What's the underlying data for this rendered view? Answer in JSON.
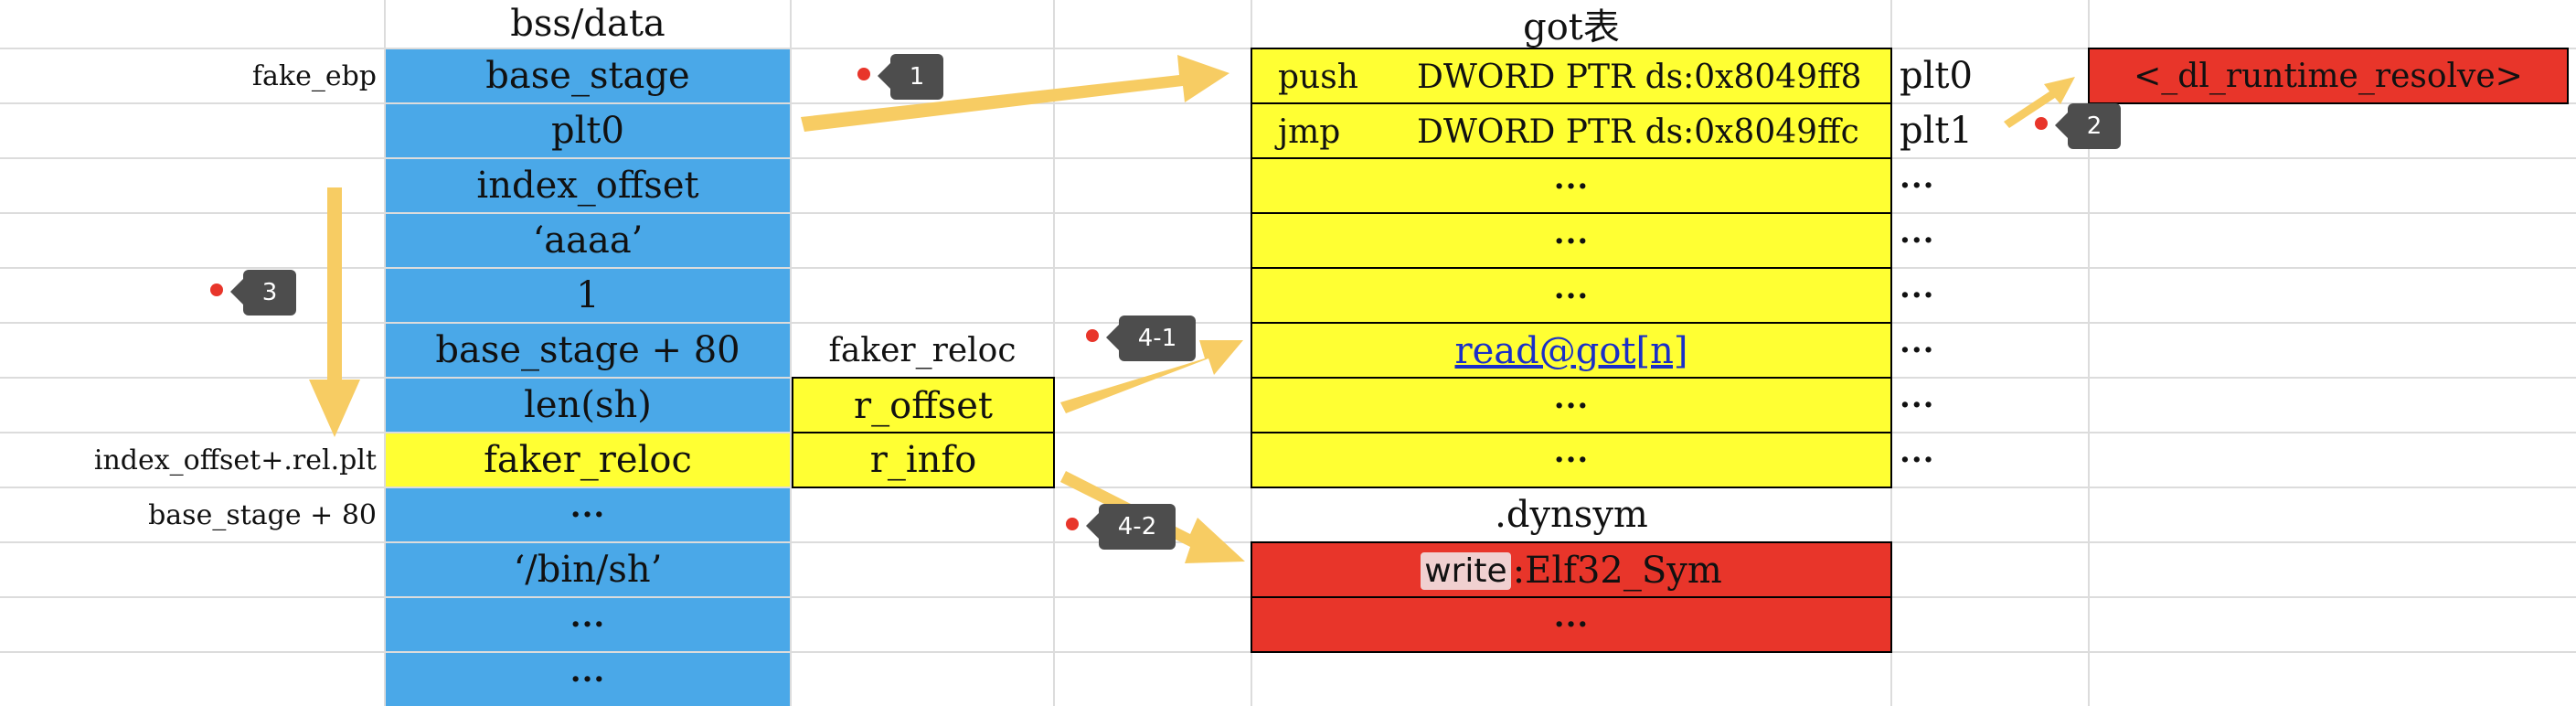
{
  "bss": {
    "header": "bss/data",
    "rows": [
      "base_stage",
      "plt0",
      "index_offset",
      "‘aaaa’",
      "1",
      "base_stage + 80",
      "len(sh)",
      "faker_reloc",
      "···",
      "‘/bin/sh’",
      "···",
      "···"
    ],
    "side_labels": {
      "fake_ebp": "fake_ebp",
      "index_offset_rel": "index_offset+.rel.plt",
      "base_stage_80": "base_stage + 80"
    }
  },
  "reloc": {
    "header": "faker_reloc",
    "rows": [
      "r_offset",
      "r_info"
    ]
  },
  "got": {
    "header": "got表",
    "row0": {
      "op": "push",
      "arg": "DWORD PTR ds:0x8049ff8"
    },
    "row1": {
      "op": "jmp",
      "arg": "DWORD PTR ds:0x8049ffc"
    },
    "mid_rows": [
      "···",
      "···",
      "···"
    ],
    "read_row": "read@got[n]",
    "tail_rows": [
      "···",
      "···"
    ],
    "side": [
      "plt0",
      "plt1",
      "···",
      "···",
      "···",
      "···",
      "···",
      "···"
    ]
  },
  "resolver": "<_dl_runtime_resolve>",
  "dynsym": {
    "header": ".dynsym",
    "write_label": "write",
    "sym": ":Elf32_Sym",
    "dots": "···"
  },
  "badges": [
    "1",
    "2",
    "3",
    "4-1",
    "4-2"
  ],
  "colors": {
    "blue": "#4aa8e8",
    "yellow": "#ffff33",
    "red": "#e8352a",
    "arrow": "#f7cc63",
    "badge": "#4d4d4d",
    "dot": "#e8352a",
    "link": "#1a2fc8"
  }
}
